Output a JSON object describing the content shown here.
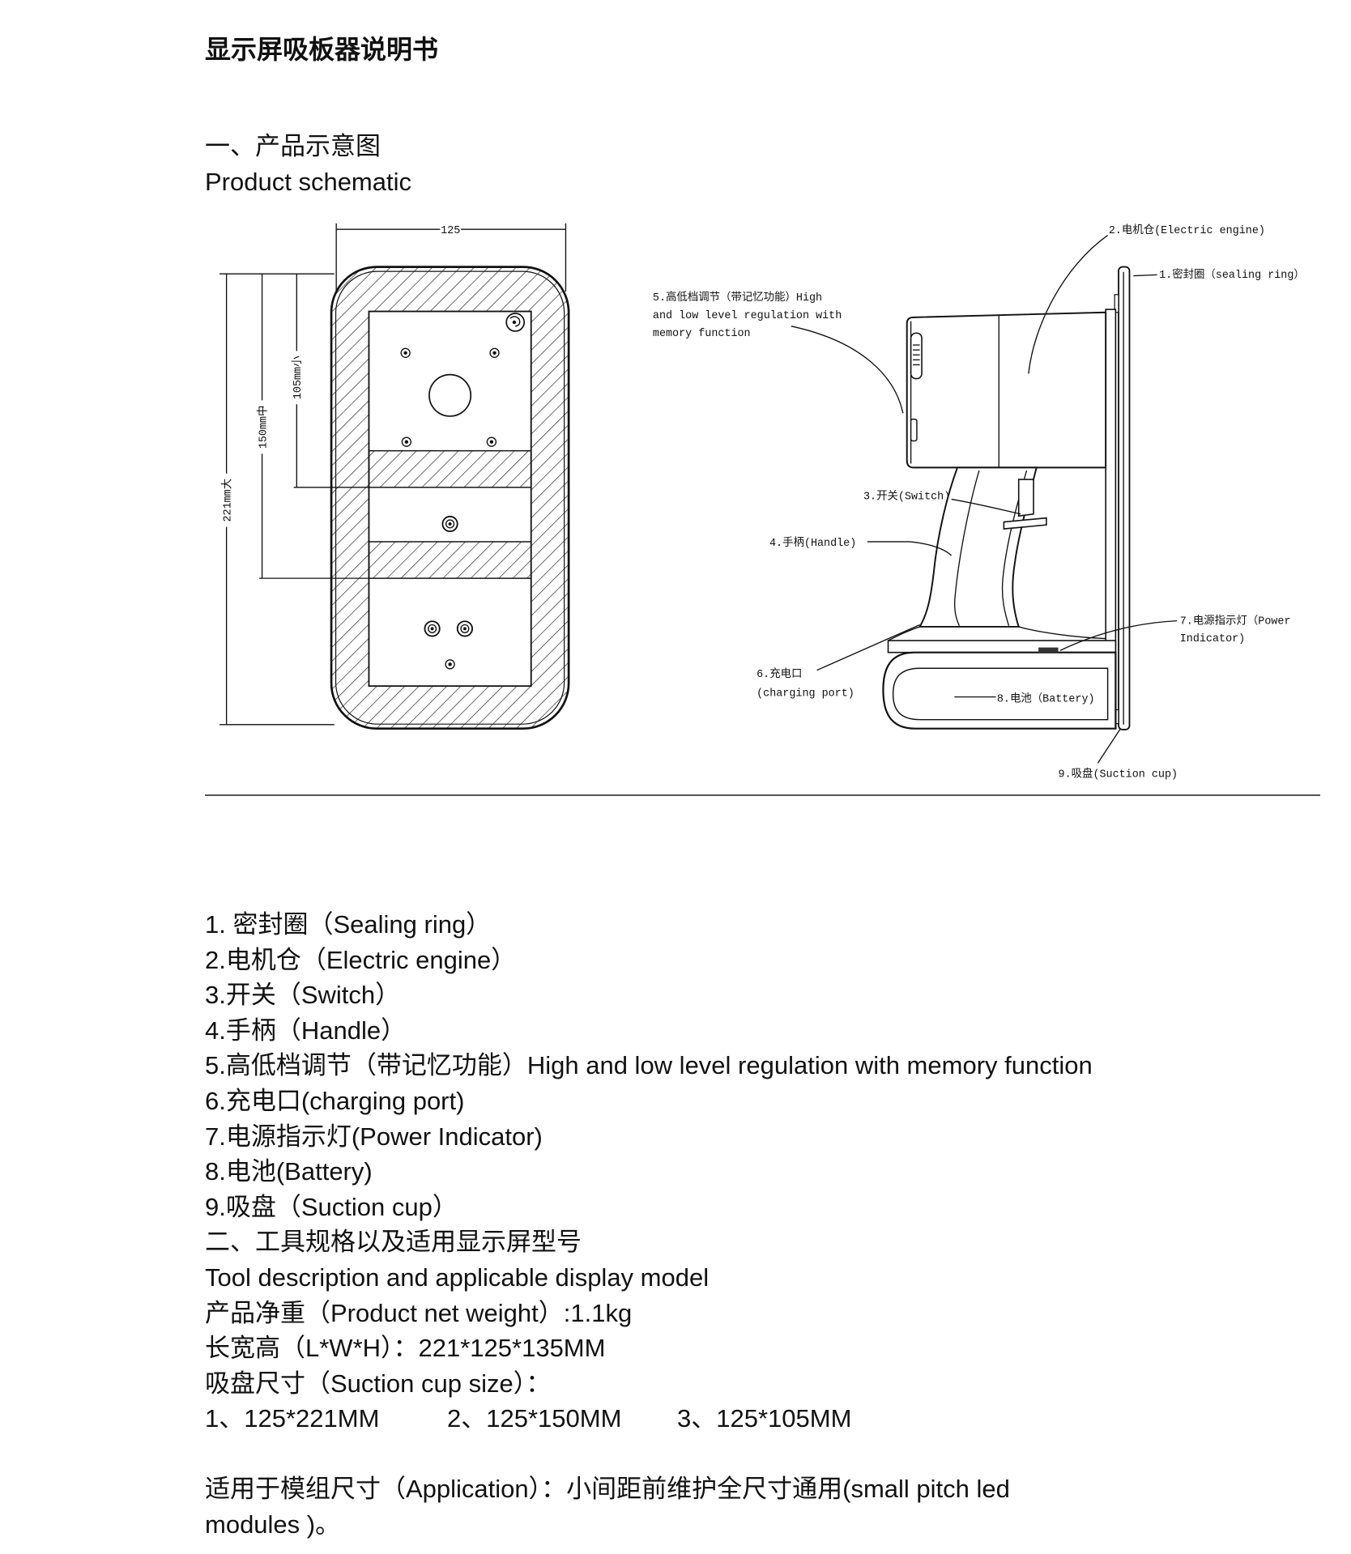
{
  "title": "显示屏吸板器说明书",
  "section1": {
    "heading_cn": "一、产品示意图",
    "heading_en": "Product schematic"
  },
  "front_view": {
    "width": "125",
    "height_large": "221mm大",
    "height_medium": "150mm中",
    "height_small": "105mm小"
  },
  "side_view_labels": {
    "electric_engine": "2.电机仓(Electric engine)",
    "sealing_ring": "1.密封圈（sealing ring）",
    "level_regulation": [
      "5.高低档调节（带记忆功能）High",
      "and low level regulation with",
      "memory function"
    ],
    "switch": "3.开关(Switch)",
    "handle": "4.手柄(Handle)",
    "power_indicator": [
      "7.电源指示灯（Power",
      "Indicator)"
    ],
    "charging_port": [
      "6.充电口",
      "(charging port)"
    ],
    "battery": "8.电池（Battery)",
    "suction_cup": "9.吸盘(Suction cup)"
  },
  "parts_list": [
    "1. 密封圈（Sealing ring）",
    "2.电机仓（Electric engine）",
    "3.开关（Switch）",
    "4.手柄（Handle）",
    "5.高低档调节（带记忆功能）High and low level regulation with memory function",
    "6.充电口(charging port)",
    "7.电源指示灯(Power Indicator)",
    "8.电池(Battery)",
    "9.吸盘（Suction cup）"
  ],
  "section2": {
    "heading_cn": "二、工具规格以及适用显示屏型号",
    "heading_en": "Tool description and applicable display model"
  },
  "specs": {
    "net_weight": "产品净重（Product net weight）:1.1kg",
    "dimensions": "长宽高（L*W*H）：221*125*135MM",
    "suction_cup_size_label": "吸盘尺寸（Suction cup size）："
  },
  "suction_cup_sizes": [
    "1、125*221MM",
    "2、125*150MM",
    "3、125*105MM"
  ],
  "application": [
    "适用于模组尺寸（Application）：小间距前维护全尺寸通用(small pitch led",
    "modules )。"
  ]
}
